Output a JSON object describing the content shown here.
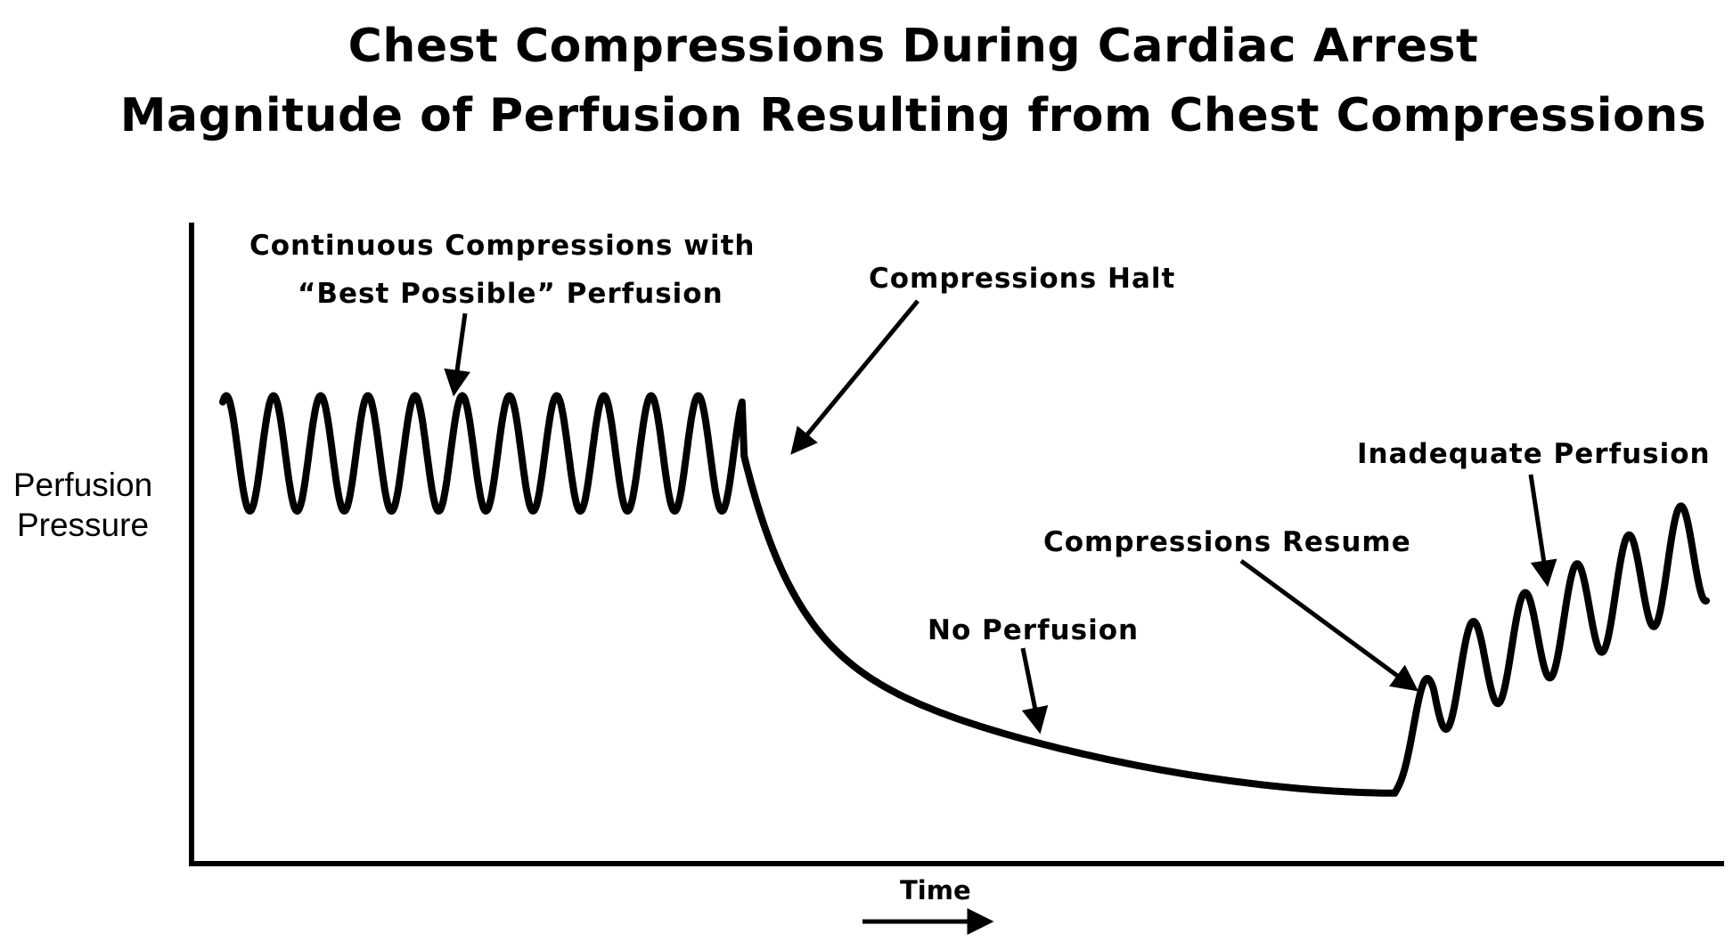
{
  "titles": {
    "line1": "Chest Compressions During Cardiac Arrest",
    "line2": "Magnitude of Perfusion Resulting from Chest Compressions"
  },
  "axes": {
    "ylabel_line1": "Perfusion",
    "ylabel_line2": "Pressure",
    "xlabel": "Time"
  },
  "annotations": {
    "continuous_line1": "Continuous Compressions with",
    "continuous_line2": "“Best Possible” Perfusion",
    "halt": "Compressions Halt",
    "inadequate": "Inadequate Perfusion",
    "resume": "Compressions Resume",
    "no_perfusion": "No Perfusion"
  },
  "chart_data": {
    "type": "line",
    "title": "Chest Compressions During Cardiac Arrest / Magnitude of Perfusion Resulting from Chest Compressions",
    "xlabel": "Time",
    "ylabel": "Perfusion Pressure",
    "grid": false,
    "axis_tick_labels": false,
    "phases": [
      {
        "name": "Continuous Compressions with “Best Possible” Perfusion",
        "shape": "sinusoidal oscillation",
        "cycles": 11,
        "t_range": [
          0.0,
          0.35
        ],
        "trough": 0.55,
        "peak": 0.73
      },
      {
        "name": "Compressions Halt / No Perfusion",
        "shape": "rapid drop then slow decay",
        "t_range": [
          0.35,
          0.79
        ],
        "start": 0.71,
        "after_drop": 0.34,
        "end": 0.11
      },
      {
        "name": "Compressions Resume / Inadequate Perfusion",
        "shape": "growing oscillation",
        "cycles": 6,
        "t_range": [
          0.79,
          1.0
        ],
        "first_trough": 0.17,
        "first_peak": 0.31,
        "last_trough": 0.41,
        "last_peak": 0.58
      }
    ],
    "line_color": "#000000"
  }
}
